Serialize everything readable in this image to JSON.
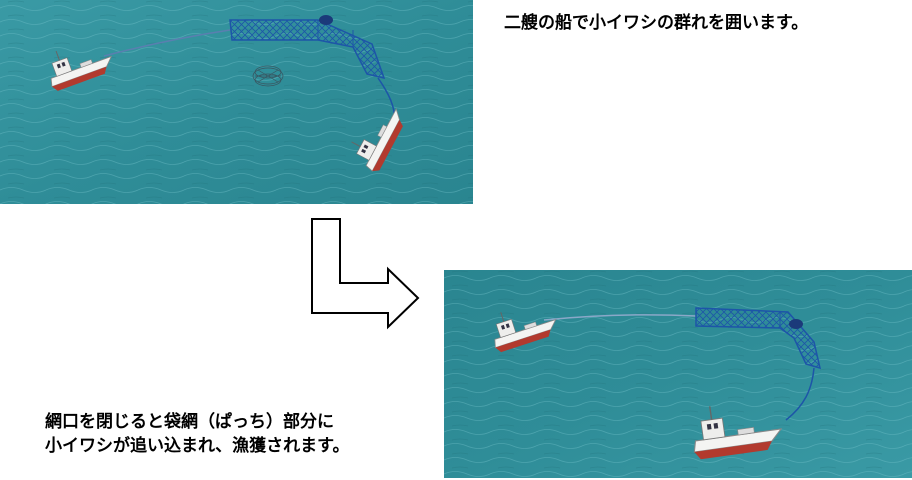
{
  "captions": {
    "top": "二艘の船で小イワシの群れを囲います。",
    "bottom_line1": "網口を閉じると袋網（ぱっち）部分に",
    "bottom_line2": "小イワシが追い込まれ、漁獲されます。"
  },
  "colors": {
    "sea": "#2f8d98",
    "net": "#2060b0",
    "boat_hull": "#f4f4f2",
    "boat_trim": "#b23a2e",
    "arrow_outline": "#000000",
    "arrow_fill": "#ffffff"
  },
  "icons": {
    "arrow": "down-then-right-arrow-icon",
    "boat": "fishing-boat-icon",
    "fish_school": "sardine-school-icon"
  }
}
